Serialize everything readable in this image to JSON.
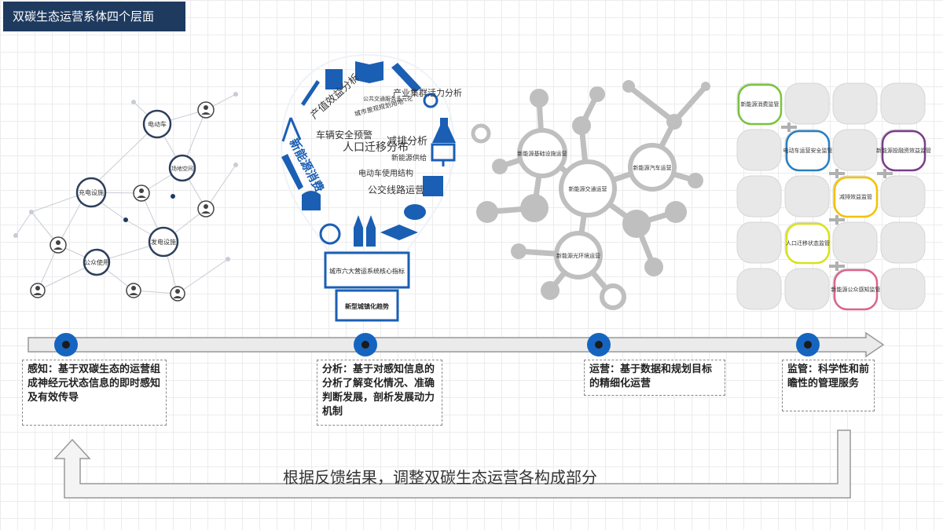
{
  "title": "双碳生态运营系体四个层面",
  "network": {
    "nodes": [
      "电动车",
      "场地空间",
      "充电设施",
      "发电设施",
      "公众使用"
    ]
  },
  "bulb": {
    "words": [
      "产值效益分析",
      "新能源消费",
      "公共交通服务多元化",
      "城市景观规划用地",
      "产业集群活力分析",
      "车辆安全预警",
      "人口迁移分布",
      "减排分析",
      "新能源供给",
      "电动车使用结构",
      "公交线路运营"
    ],
    "base_label": "城市六大营运系统核心指标",
    "trend_label": "新型城镇化趋势"
  },
  "molecule": {
    "nodes": [
      "新能源基础设施运营",
      "新能源汽车运营",
      "新能源交通运营",
      "新能源光环境运营"
    ]
  },
  "matrix": {
    "cells": [
      "新能源消费监管",
      "电动车运营安全监管",
      "新能源投融资效益监管",
      "减排效益监管",
      "人口迁移状态监管",
      "新能源公众感知监管"
    ],
    "colors": [
      "#7cc242",
      "#2a7fc1",
      "#7a3d8c",
      "#f2c200",
      "#d9e21a",
      "#d9668a"
    ]
  },
  "stages": [
    {
      "text": "感知：基于双碳生态的运营组成神经元状态信息的即时感知及有效传导"
    },
    {
      "text": "分析：基于对感知信息的分析了解变化情况、准确判断发展，剖析发展动力机制"
    },
    {
      "text": "运营：基于数据和规划目标的精细化运营"
    },
    {
      "text": "监管：科学性和前瞻性的管理服务"
    }
  ],
  "feedback": "根据反馈结果，调整双碳生态运营各构成部分",
  "colors": {
    "accent": "#1565c0",
    "title_bg": "#1e3a5f"
  }
}
